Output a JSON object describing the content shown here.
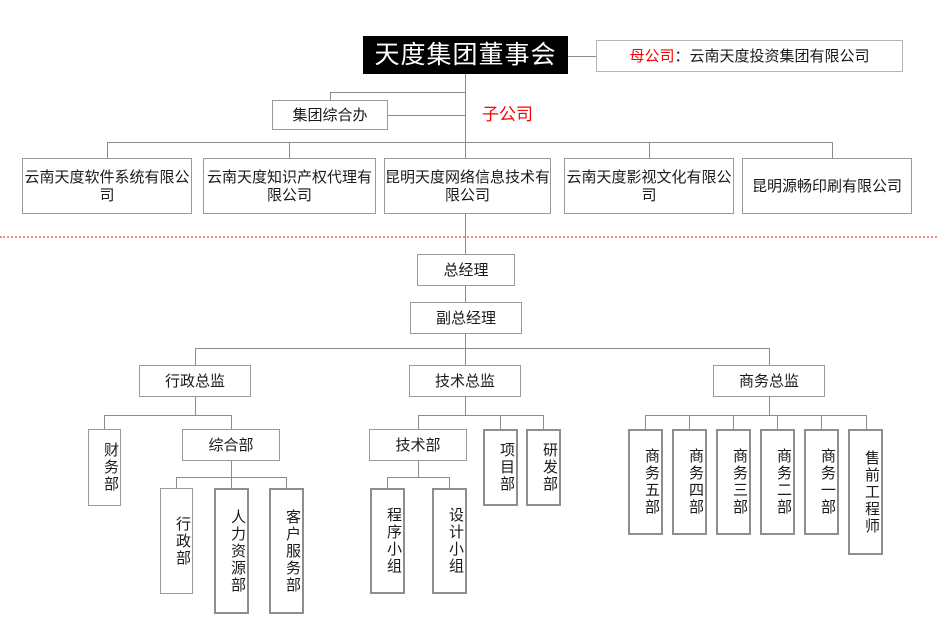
{
  "page": {
    "title": "天度集团组织结构图",
    "accent_red": "#ff0000",
    "divider_color": "#ff8a8a",
    "root_bg": "#000000",
    "box_border": "#9a9a9a"
  },
  "group_section": {
    "root": {
      "label": "天度集团董事会"
    },
    "parent_legend": {
      "tag": "母公司",
      "separator": "：",
      "name": "云南天度投资集团有限公司"
    },
    "subsidiary_legend": {
      "label": "子公司"
    },
    "office": {
      "label": "集团综合办"
    },
    "subsidiaries": [
      {
        "label": "云南天度软件系统有限公司"
      },
      {
        "label": "云南天度知识产权代理有限公司"
      },
      {
        "label": "昆明天度网络信息技术有限公司"
      },
      {
        "label": "云南天度影视文化有限公司"
      },
      {
        "label": "昆明源畅印刷有限公司"
      }
    ]
  },
  "company_section": {
    "general_manager": {
      "label": "总经理"
    },
    "deputy_general_manager": {
      "label": "副总经理"
    },
    "directors": [
      {
        "label": "行政总监"
      },
      {
        "label": "技术总监"
      },
      {
        "label": "商务总监"
      }
    ],
    "admin_branch": {
      "finance": {
        "label": "财务部"
      },
      "general_dept": {
        "label": "综合部"
      },
      "general_dept_children": [
        {
          "label": "行政部"
        },
        {
          "label": "人力资源部"
        },
        {
          "label": "客户服务部"
        }
      ]
    },
    "tech_branch": {
      "tech_dept": {
        "label": "技术部"
      },
      "tech_dept_children": [
        {
          "label": "程序小组"
        },
        {
          "label": "设计小组"
        }
      ],
      "siblings": [
        {
          "label": "项目部"
        },
        {
          "label": "研发部"
        }
      ]
    },
    "business_branch": {
      "units": [
        {
          "label": "商务五部"
        },
        {
          "label": "商务四部"
        },
        {
          "label": "商务三部"
        },
        {
          "label": "商务二部"
        },
        {
          "label": "商务一部"
        },
        {
          "label": "售前工程师"
        }
      ]
    }
  }
}
